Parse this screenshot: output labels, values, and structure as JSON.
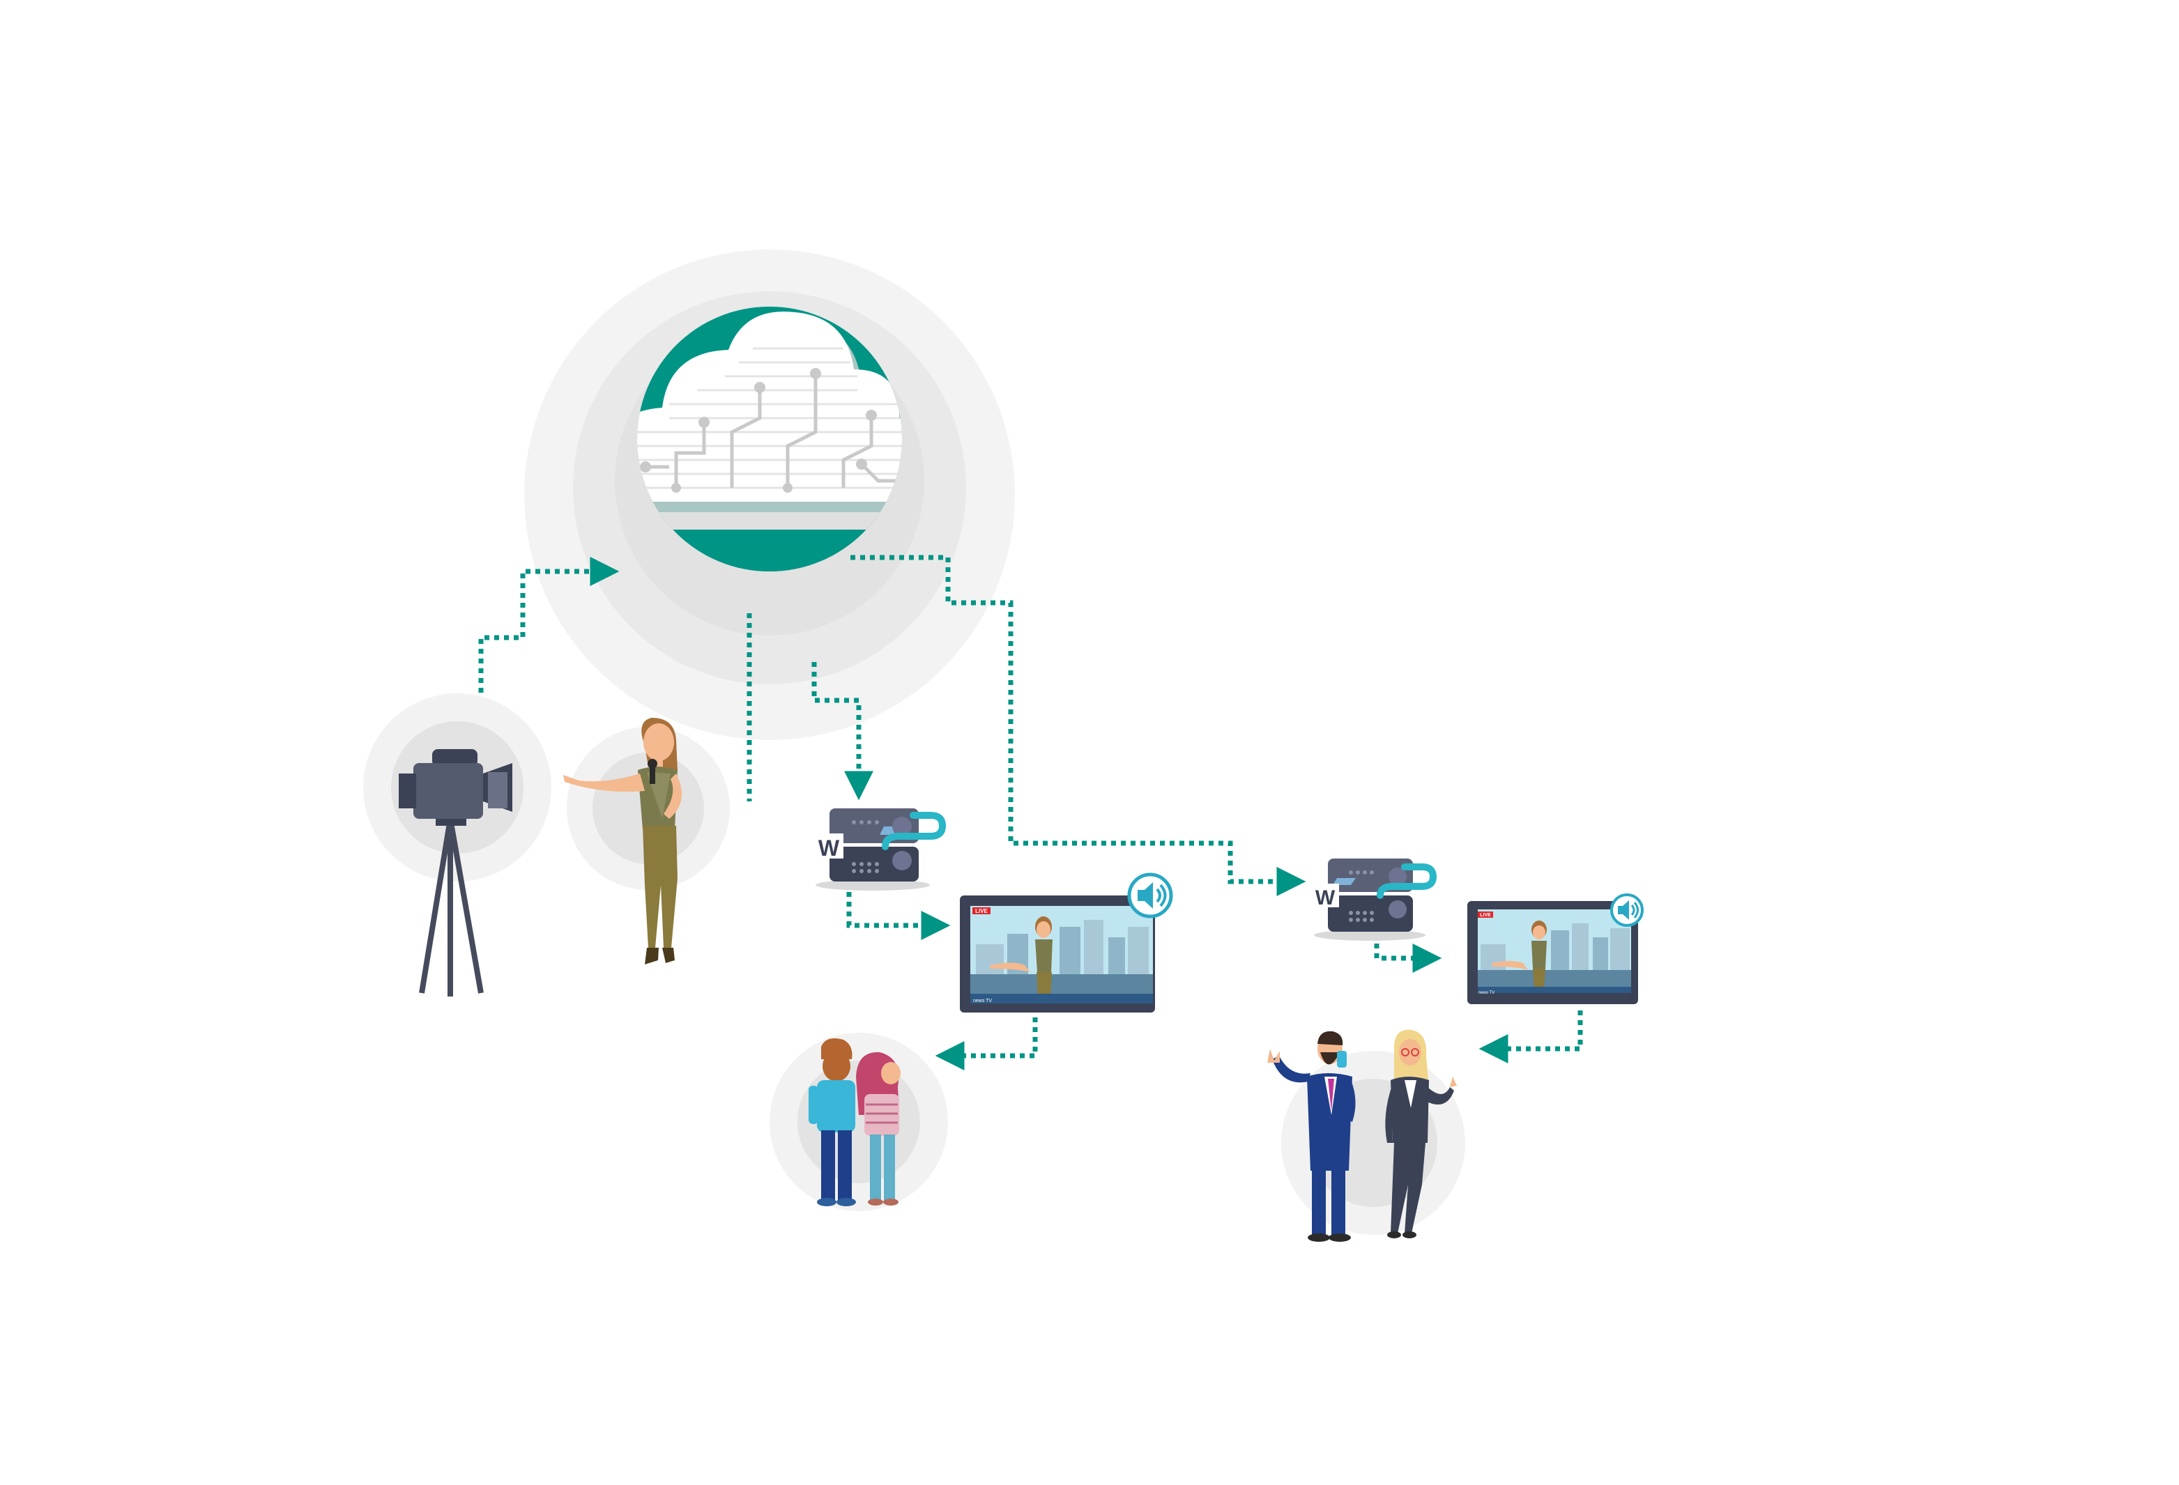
{
  "colors": {
    "teal": "#009485",
    "halo_outer": "#f2f2f2",
    "halo_mid": "#e6e6e6",
    "halo_inner": "#dcdcdc",
    "device_dark": "#3b4256",
    "device_mid": "#5a6177",
    "screen_sky": "#bfe6f0",
    "live_red": "#e0262b",
    "speaker_blue": "#29a8c4"
  },
  "icons": {
    "cloud": "cloud-circuit-icon",
    "camera": "video-camera-icon",
    "encoder": "w-media-player-icon",
    "display": "tv-display-icon",
    "speaker": "speaker-volume-icon"
  },
  "displays": [
    {
      "live_label": "LIVE",
      "ticker_text": "news TV"
    },
    {
      "live_label": "LIVE",
      "ticker_text": "news TV"
    }
  ],
  "players": [
    {
      "logo_letter": "W"
    },
    {
      "logo_letter": "W"
    }
  ]
}
